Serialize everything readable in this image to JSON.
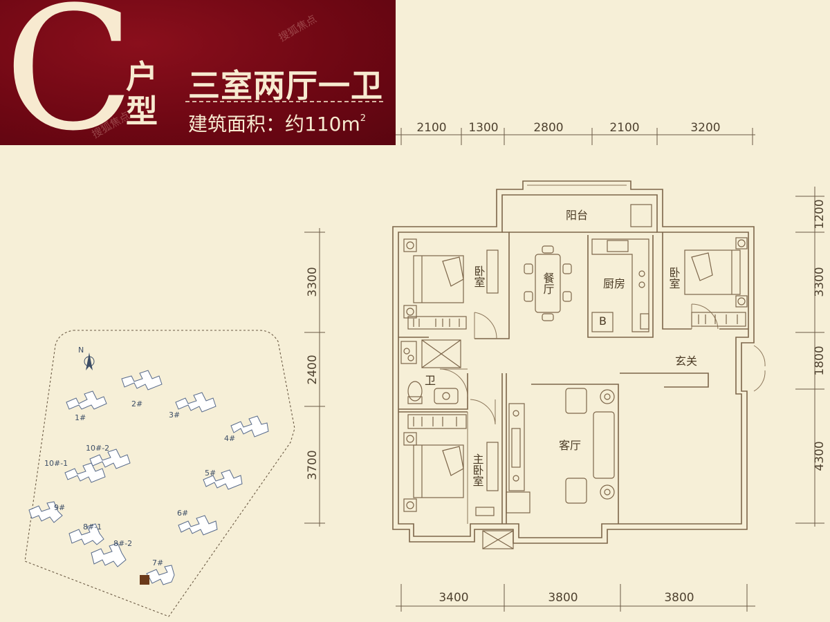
{
  "header": {
    "type_letter": "C",
    "type_char": "户型",
    "layout": "三室两厅一卫",
    "area_label": "建筑面积：约110m",
    "area_unit_sup": "2",
    "watermark": "搜狐焦点",
    "bg_color": "#6d0713",
    "text_color": "#f7ead0"
  },
  "dimensions": {
    "top": [
      "2100",
      "1300",
      "2800",
      "2100",
      "3200"
    ],
    "bottom": [
      "3400",
      "3800",
      "3800"
    ],
    "left": [
      "3300",
      "2400",
      "3700"
    ],
    "right": [
      "1200",
      "3300",
      "1800",
      "4300"
    ]
  },
  "rooms": {
    "balcony": "阳台",
    "bedroom_left": "卧室",
    "dining": "餐厅",
    "kitchen": "厨房",
    "bedroom_right": "卧室",
    "entrance": "玄关",
    "bathroom": "卫",
    "living": "客厅",
    "master_bedroom": "主卧室",
    "kitchen_b": "B"
  },
  "site_plan": {
    "north": "N",
    "buildings": [
      "1#",
      "2#",
      "3#",
      "4#",
      "10#-2",
      "10#-1",
      "5#",
      "9#",
      "6#",
      "8#-1",
      "8#-2",
      "7#"
    ],
    "highlight_building": "7#",
    "highlight_color": "#6b3a1a"
  }
}
